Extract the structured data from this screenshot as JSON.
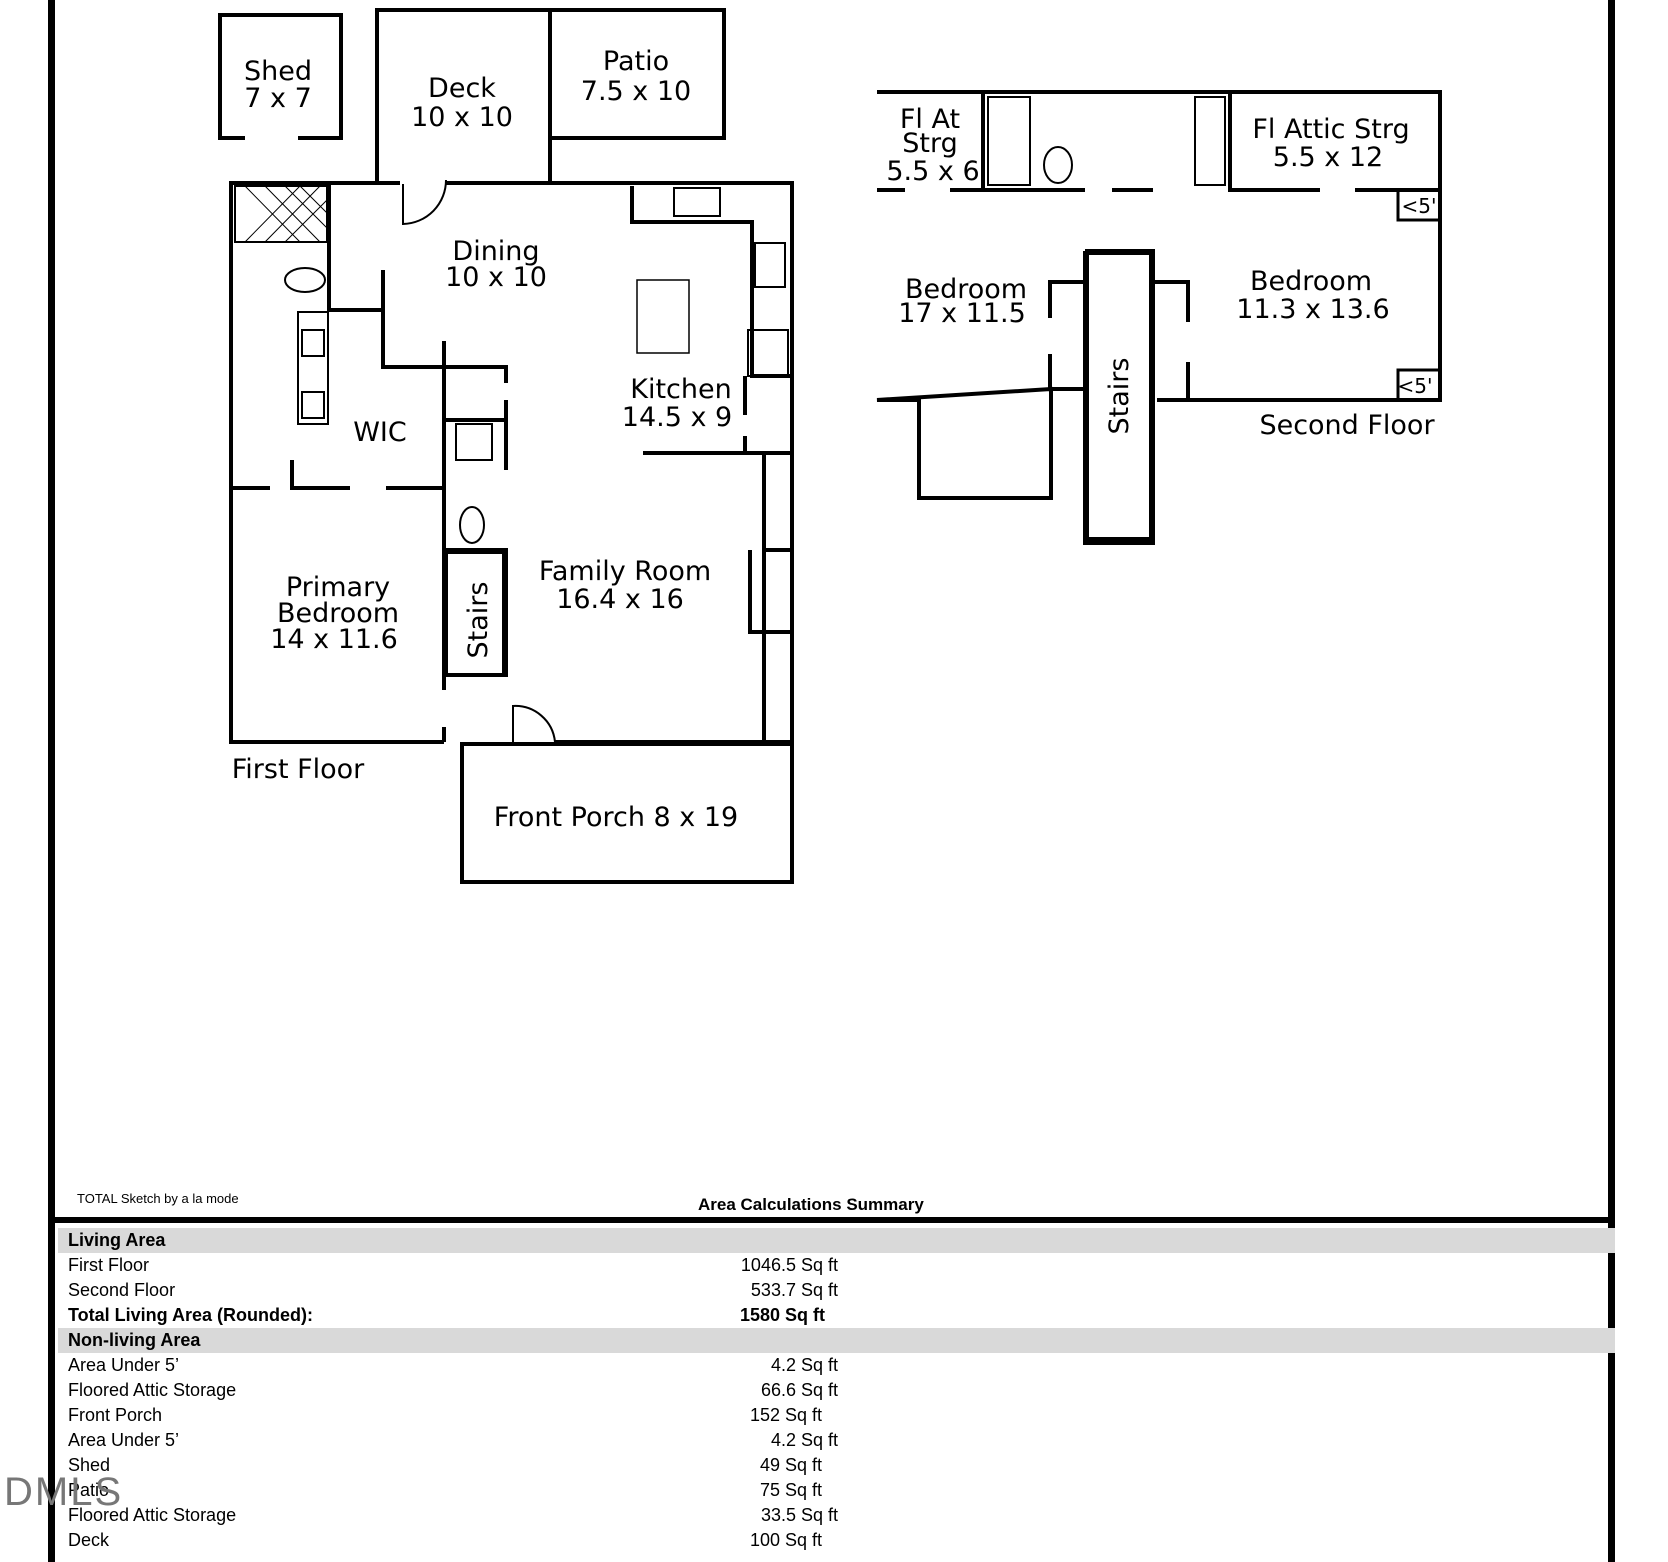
{
  "first_floor": {
    "title": "First Floor",
    "rooms": {
      "shed": {
        "name": "Shed",
        "size": "7 x 7"
      },
      "deck": {
        "name": "Deck",
        "size": "10 x 10"
      },
      "patio": {
        "name": "Patio",
        "size": "7.5 x 10"
      },
      "dining": {
        "name": "Dining",
        "size": "10 x 10"
      },
      "kitchen": {
        "name": "Kitchen",
        "size": "14.5 x 9"
      },
      "wic": {
        "name": "WIC"
      },
      "family_room": {
        "name": "Family Room",
        "size": "16.4 x 16"
      },
      "primary_bedroom": {
        "name1": "Primary",
        "name2": "Bedroom",
        "size": "14 x 11.6"
      },
      "stairs": {
        "name": "Stairs"
      },
      "front_porch": {
        "name": "Front Porch 8 x 19"
      }
    }
  },
  "second_floor": {
    "title": "Second Floor",
    "rooms": {
      "fl_at_strg": {
        "name1": "Fl At",
        "name2": "Strg",
        "size": "5.5 x 6"
      },
      "fl_attic_strg": {
        "name": "Fl Attic Strg",
        "size": "5.5 x 12"
      },
      "bedroom_left": {
        "name": "Bedroom",
        "size": "17 x 11.5"
      },
      "bedroom_right": {
        "name": "Bedroom",
        "size": "11.3 x 13.6"
      },
      "stairs": {
        "name": "Stairs"
      },
      "under5_top": {
        "name": "<5'"
      },
      "under5_bottom": {
        "name": "<5'"
      }
    }
  },
  "credit": "TOTAL Sketch by a la mode",
  "summary": {
    "title": "Area Calculations Summary",
    "living": {
      "header": "Living Area",
      "rows": [
        {
          "label": "First Floor",
          "value": "1046.5 Sq ft"
        },
        {
          "label": "Second Floor",
          "value": "533.7 Sq ft"
        }
      ],
      "total": {
        "label": "Total Living Area (Rounded):",
        "value": "1580 Sq ft"
      }
    },
    "nonliving": {
      "header": "Non-living Area",
      "rows": [
        {
          "label": "Area Under 5’",
          "value": "4.2 Sq ft"
        },
        {
          "label": "Floored Attic Storage",
          "value": "66.6 Sq ft"
        },
        {
          "label": "Front Porch",
          "value": "152 Sq ft"
        },
        {
          "label": "Area Under 5’",
          "value": "4.2 Sq ft"
        },
        {
          "label": "Shed",
          "value": "49 Sq ft"
        },
        {
          "label": "Patio",
          "value": "75 Sq ft"
        },
        {
          "label": "Floored Attic Storage",
          "value": "33.5 Sq ft"
        },
        {
          "label": "Deck",
          "value": "100 Sq ft"
        }
      ]
    }
  },
  "watermark": "DMLS"
}
